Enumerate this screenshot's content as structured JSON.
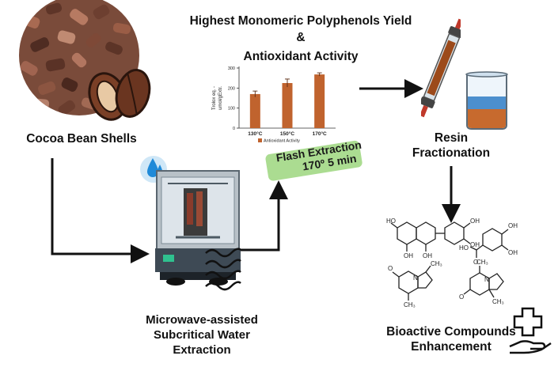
{
  "title": {
    "line1": "Highest Monomeric Polyphenols Yield",
    "line2": "&",
    "line3": "Antioxidant Activity"
  },
  "labels": {
    "source": "Cocoa Bean Shells",
    "extraction_line1": "Microwave-assisted",
    "extraction_line2": "Subcritical Water",
    "extraction_line3": "Extraction",
    "resin_line1": "Resin",
    "resin_line2": "Fractionation",
    "bioactive_line1": "Bioactive Compounds",
    "bioactive_line2": "Enhancement",
    "flash_line1": "Flash Extraction",
    "flash_line2": "170º 5 min"
  },
  "colors": {
    "bar": "#c0632e",
    "arrow": "#111111",
    "flash_highlight": "#8fd06c"
  },
  "chart_data": {
    "type": "bar",
    "categories": [
      "130°C",
      "150°C",
      "170°C"
    ],
    "values": [
      170,
      225,
      268
    ],
    "errors": [
      15,
      20,
      8
    ],
    "ylabel_line1": "Trolox eq. -",
    "ylabel_line2": "umol/gExtr.",
    "yticks": [
      0,
      100,
      200,
      300
    ],
    "ylim": [
      0,
      300
    ],
    "legend": "Antioxidant Activity",
    "legend_position": "bottom",
    "grid": false
  }
}
